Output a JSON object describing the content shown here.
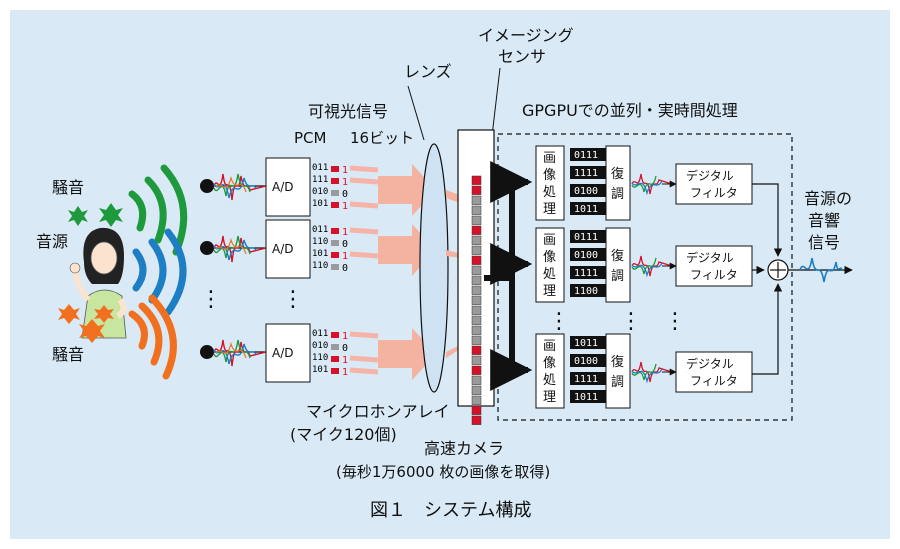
{
  "colors": {
    "panel_bg": "#d9eaf6",
    "red": "#d8112a",
    "green": "#1e9a3c",
    "blue": "#1d7ec4",
    "orange": "#f07020",
    "pink_arrow": "#f6b4a8",
    "sensor_gray": "#9a9a9a",
    "lens": "#cfe2f3"
  },
  "labels": {
    "noise_top": "騒音",
    "source": "音源",
    "noise_bottom": "騒音",
    "visible_signal": "可視光信号",
    "pcm": "PCM",
    "bits": "16ビット",
    "lens": "レンズ",
    "sensor_line1": "イメージング",
    "sensor_line2": "センサ",
    "gpgpu": "GPGPUでの並列・実時間処理",
    "mic_array": "マイクロホンアレイ",
    "mic_count": "(マイク120個)",
    "camera": "高速カメラ",
    "camera_note": "(毎秒1万6000 枚の画像を取得)",
    "output_line1": "音源の",
    "output_line2": "音響",
    "output_line3": "信号",
    "caption": "図１　システム構成",
    "ad": "A/D",
    "zero": "0",
    "one": "1",
    "image_proc": [
      "画",
      "像",
      "処",
      "理"
    ],
    "demod": [
      "復",
      "調"
    ],
    "filter_line1": "デジタル",
    "filter_line2": "フィルタ",
    "dots": "⋮",
    "plus": "+"
  },
  "mic_rows": [
    {
      "bits": [
        "011",
        "111",
        "010",
        "101"
      ],
      "outputs": [
        "1",
        "1",
        "0",
        "1"
      ]
    },
    {
      "bits": [
        "011",
        "110",
        "101",
        "110"
      ],
      "outputs": [
        "1",
        "0",
        "1",
        "0"
      ]
    },
    {
      "bits": [
        "011",
        "010",
        "110",
        "101"
      ],
      "outputs": [
        "1",
        "0",
        "1",
        "1"
      ]
    }
  ],
  "proc_rows": [
    {
      "codes": [
        "0111",
        "1111",
        "0100",
        "1011"
      ]
    },
    {
      "codes": [
        "0111",
        "0100",
        "1111",
        "1100"
      ]
    },
    {
      "codes": [
        "1011",
        "0100",
        "1111",
        "1011"
      ]
    }
  ],
  "sensor_pattern": [
    "r",
    "r",
    "g",
    "g",
    "g",
    "r",
    "g",
    "g",
    "r",
    "g",
    "g",
    "g",
    "g",
    "g",
    "g",
    "g",
    "g",
    "r",
    "g",
    "r",
    "g",
    "g",
    "g",
    "r",
    "r"
  ],
  "icons": {
    "microphone": "microphone-icon",
    "speaker": "sound-wave-icon",
    "lens": "lens-icon",
    "adder": "summing-node-icon"
  }
}
